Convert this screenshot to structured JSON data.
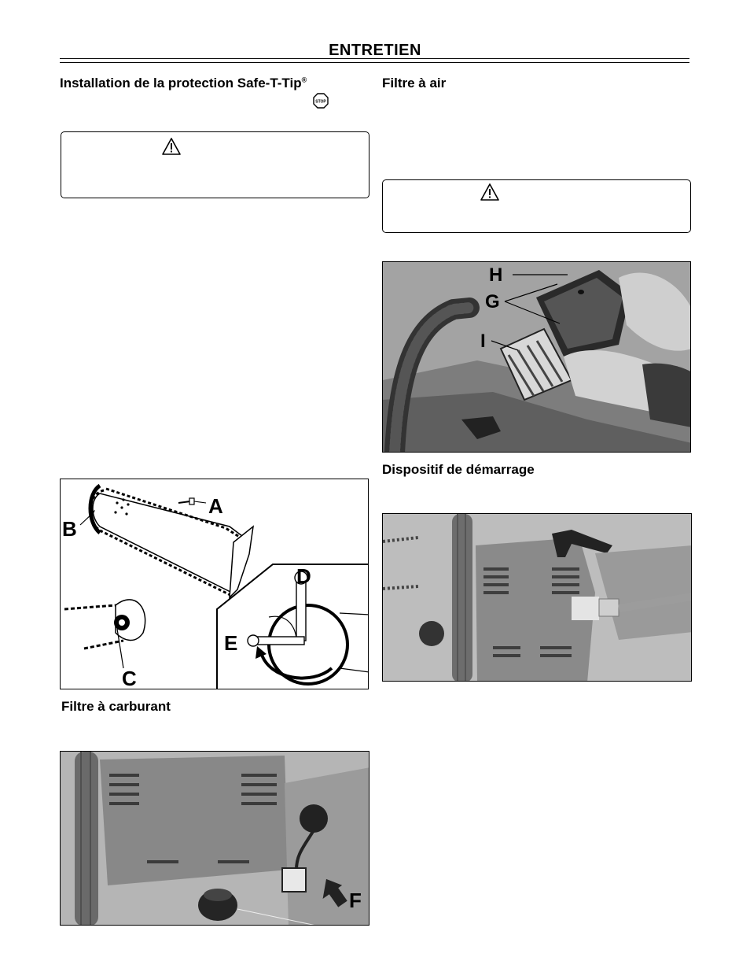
{
  "header": {
    "title": "ENTRETIEN"
  },
  "sections": {
    "safe_t_tip": {
      "heading": "Installation de la protection Safe-T-Tip",
      "registered_mark": "®",
      "stop_icon_label": "STOP"
    },
    "air_filter": {
      "heading": "Filtre à air"
    },
    "fuel_filter": {
      "heading": "Filtre à carburant"
    },
    "starter": {
      "heading": "Dispositif de démarrage"
    }
  },
  "figures": {
    "bar_chain": {
      "labels": {
        "a": "A",
        "b": "B",
        "c": "C",
        "d": "D",
        "e": "E"
      }
    },
    "air_filter_photo": {
      "labels": {
        "h": "H",
        "g": "G",
        "i": "I"
      }
    },
    "fuel_filter_photo": {
      "labels": {
        "f": "F"
      }
    }
  },
  "icons": [
    "warning-triangle-icon",
    "stop-sign-icon"
  ]
}
